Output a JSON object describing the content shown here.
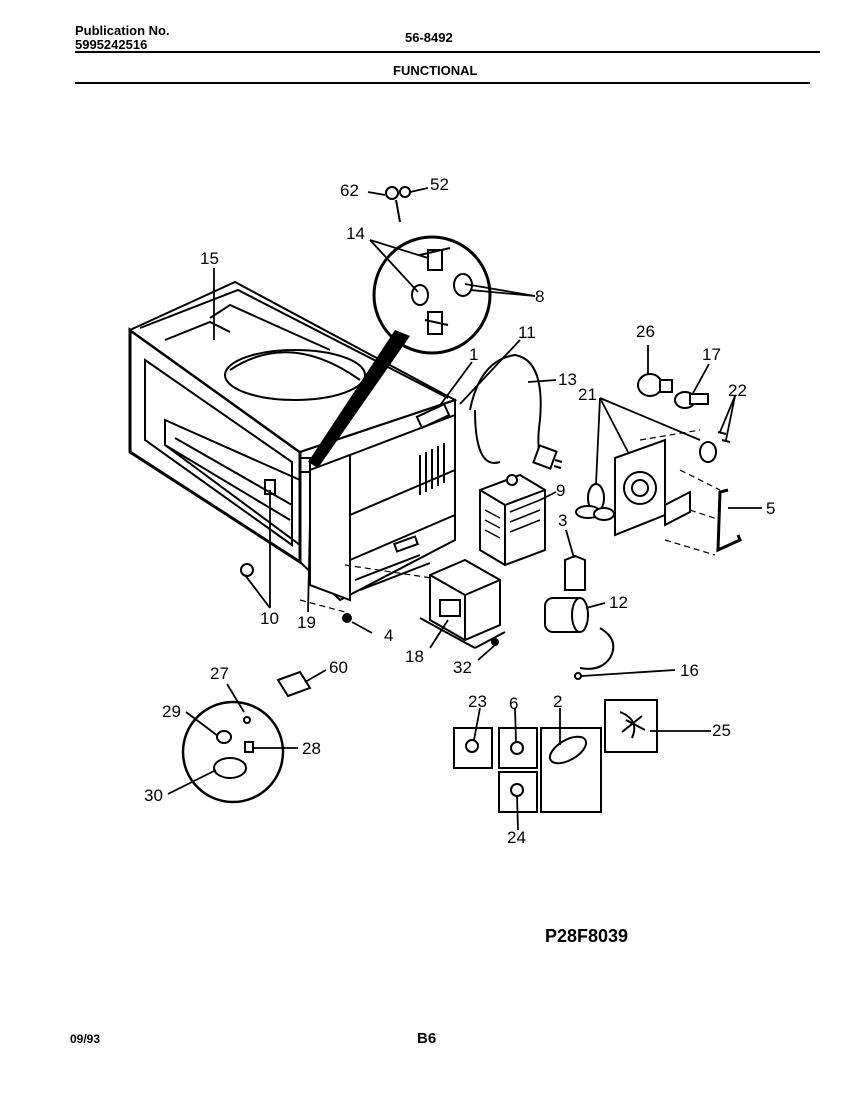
{
  "header": {
    "publication_label": "Publication No.",
    "publication_number": "5995242516",
    "model": "56-8492",
    "section": "FUNCTIONAL"
  },
  "callouts": {
    "c62": "62",
    "c52": "52",
    "c14": "14",
    "c8": "8",
    "c15": "15",
    "c11": "11",
    "c1": "1",
    "c13": "13",
    "c26": "26",
    "c17": "17",
    "c21": "21",
    "c22": "22",
    "c9": "9",
    "c5": "5",
    "c3": "3",
    "c12": "12",
    "c10": "10",
    "c19": "19",
    "c4": "4",
    "c18": "18",
    "c32": "32",
    "c16": "16",
    "c27": "27",
    "c60": "60",
    "c29": "29",
    "c28": "28",
    "c30": "30",
    "c23": "23",
    "c6": "6",
    "c2": "2",
    "c25": "25",
    "c24": "24"
  },
  "figure_code": "P28F8039",
  "footer": {
    "date": "09/93",
    "page": "B6"
  }
}
